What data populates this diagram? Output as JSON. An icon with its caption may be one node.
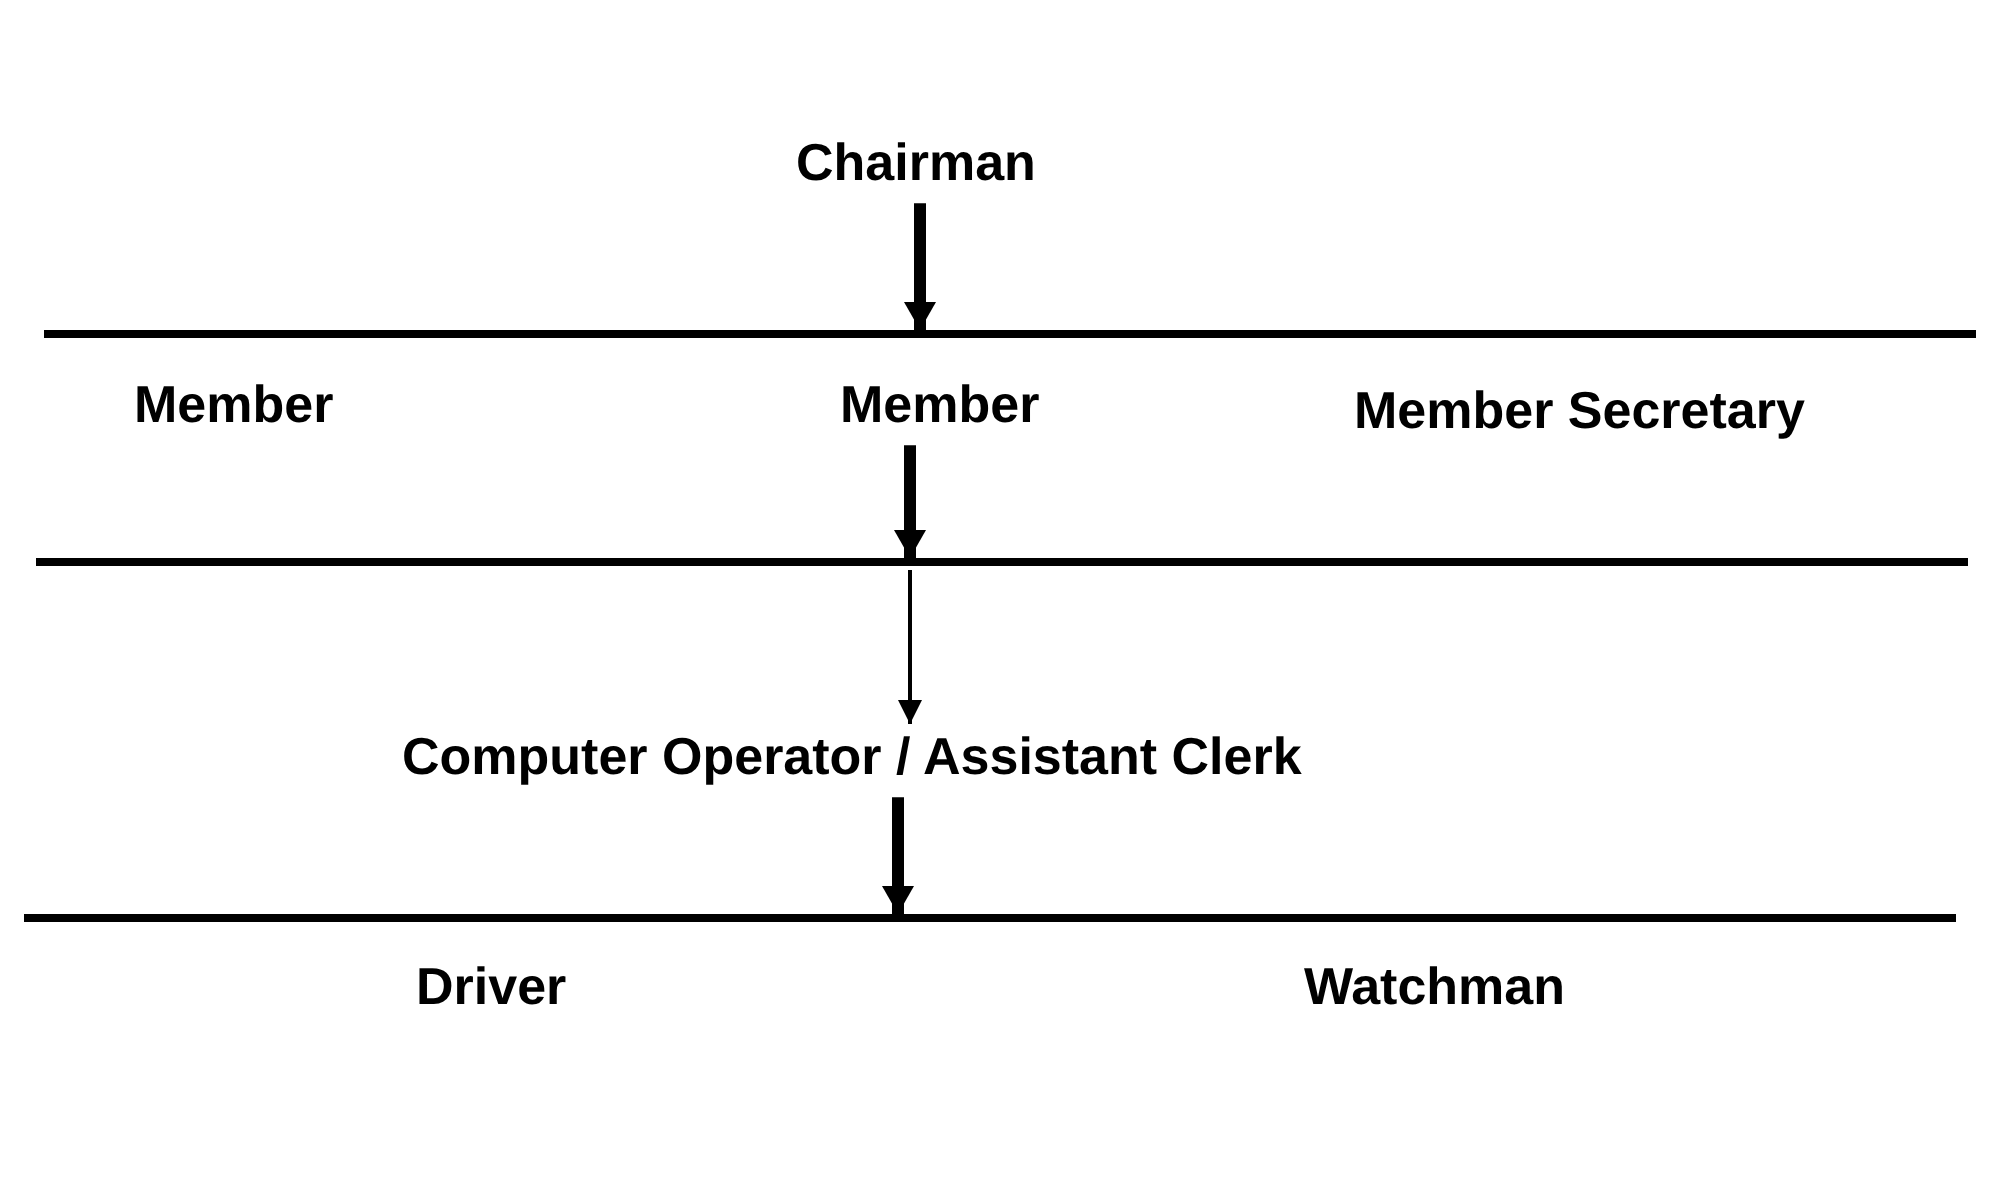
{
  "diagram": {
    "nodes": [
      {
        "text": [
          "Chairman"
        ]
      },
      {
        "text": [],
        "shape": "bar"
      },
      {
        "text": [
          "Member"
        ]
      },
      {
        "text": [
          "Member"
        ]
      },
      {
        "text": [
          "Member Secretary"
        ]
      },
      {
        "text": [],
        "shape": "bar"
      },
      {
        "text": [
          "Computer Operator / Assistant Clerk"
        ]
      },
      {
        "text": [],
        "shape": "bar"
      },
      {
        "text": [
          "Driver"
        ]
      },
      {
        "text": [
          "Watchman"
        ]
      }
    ],
    "edges": [
      {
        "from": 0,
        "to": 1,
        "arrow": "to"
      },
      {
        "from": 3,
        "to": 5,
        "arrow": "to"
      },
      {
        "from": 5,
        "to": 6,
        "arrow": "to"
      },
      {
        "from": 6,
        "to": 7,
        "arrow": "to"
      }
    ]
  }
}
